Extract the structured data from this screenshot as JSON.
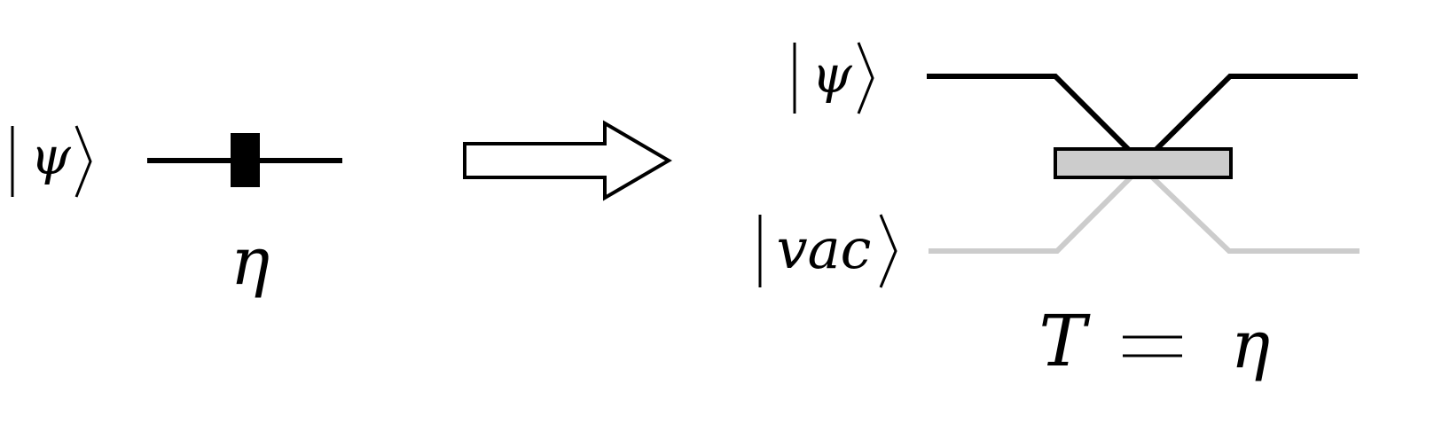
{
  "left": {
    "input_state": "ψ",
    "loss_symbol": "η"
  },
  "right": {
    "top_state": "ψ",
    "bottom_state": "vac",
    "equation": {
      "lhs": "T",
      "eq": "=",
      "rhs": "η"
    }
  },
  "colors": {
    "line": "#000000",
    "vacuum_line": "#cccccc",
    "splitter_fill": "#cccccc"
  }
}
